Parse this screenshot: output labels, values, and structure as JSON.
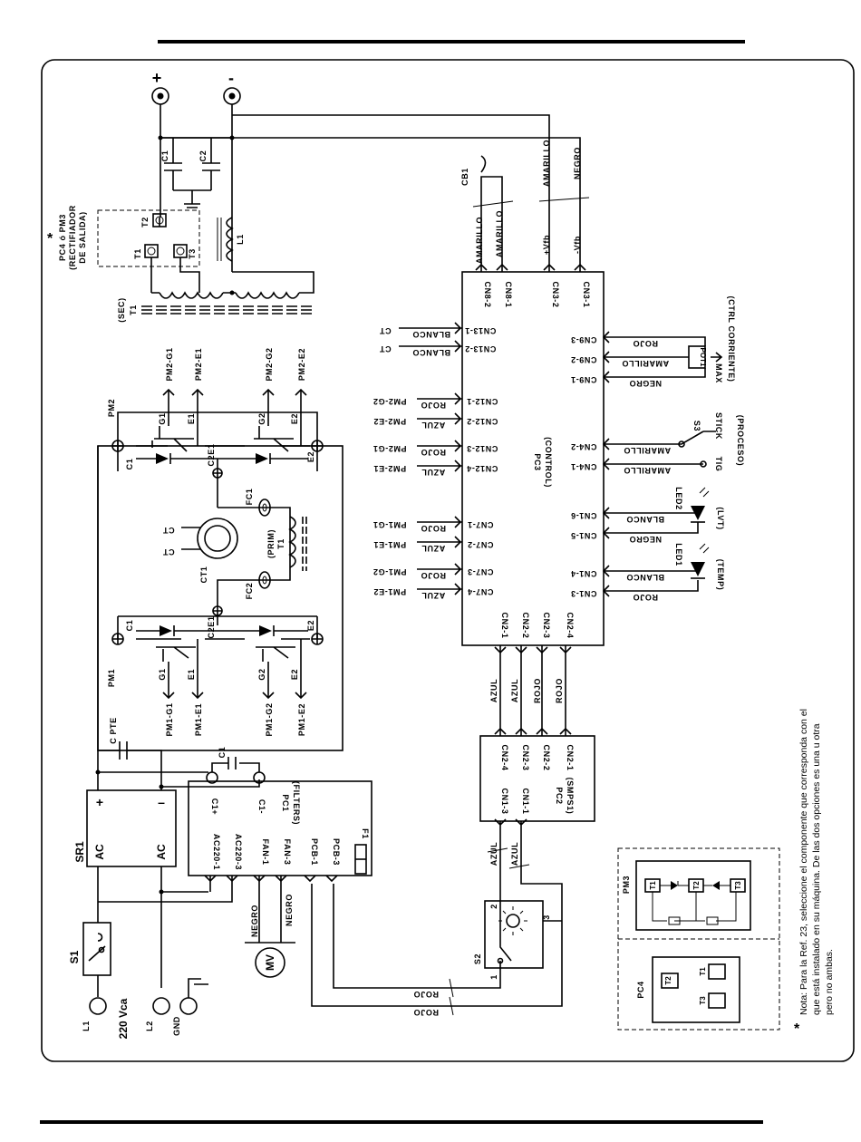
{
  "terminals": {
    "plus": "+",
    "minus": "-"
  },
  "output_caps": {
    "c1": "C1",
    "c2": "C2"
  },
  "rectifier": {
    "title": "PC4 ó PM3",
    "subtitle": "(RECTIFIADOR",
    "subtitle2": "DE SALIDA)",
    "t1": "T1",
    "t2": "T2",
    "t3": "T3",
    "asterisk": "*"
  },
  "inductor": "L1",
  "transformer_sec": {
    "label": "(SEC)",
    "t1": "T1"
  },
  "cb1": "CB1",
  "wires_top": {
    "amarillo1": "AMARILLO",
    "amarillo2": "AMARILLO",
    "amarillo3": "AMARILLO",
    "negro": "NEGRO",
    "vfb_pos": "+Vfb",
    "vfb_neg": "-Vfb"
  },
  "connectors_top": [
    "CN8-2",
    "CN8-1",
    "CN3-2",
    "CN3-1"
  ],
  "cn13": [
    {
      "pin": "CN13-1",
      "color": "BLANCO",
      "to": "CT"
    },
    {
      "pin": "CN13-2",
      "color": "BLANCO",
      "to": "CT"
    }
  ],
  "cn12": [
    {
      "pin": "CN12-1",
      "color": "ROJO",
      "to": "PM2-G2"
    },
    {
      "pin": "CN12-2",
      "color": "AZUL",
      "to": "PM2-E2"
    },
    {
      "pin": "CN12-3",
      "color": "ROJO",
      "to": "PM2-G1"
    },
    {
      "pin": "CN12-4",
      "color": "AZUL",
      "to": "PM2-E1"
    }
  ],
  "cn7": [
    {
      "pin": "CN7-1",
      "color": "ROJO",
      "to": "PM1-G1"
    },
    {
      "pin": "CN7-2",
      "color": "AZUL",
      "to": "PM1-E1"
    },
    {
      "pin": "CN7-3",
      "color": "ROJO",
      "to": "PM1-G2"
    },
    {
      "pin": "CN7-4",
      "color": "AZUL",
      "to": "PM1-E2"
    }
  ],
  "cn9": [
    {
      "pin": "CN9-3",
      "color": "ROJO"
    },
    {
      "pin": "CN9-2",
      "color": "AMARILLO"
    },
    {
      "pin": "CN9-1",
      "color": "NEGRO"
    }
  ],
  "pot": {
    "name": "POT1",
    "max": "MAX",
    "desc": "(CTRL CORRIENTE)"
  },
  "cn4": [
    {
      "pin": "CN4-2",
      "color": "AMARILLO"
    },
    {
      "pin": "CN4-1",
      "color": "AMARILLO"
    }
  ],
  "switch_s3": {
    "name": "S3",
    "stick": "STICK",
    "tig": "TIG",
    "desc": "(PROCESO)"
  },
  "cn1_top": [
    {
      "pin": "CN1-6",
      "color": "BLANCO"
    },
    {
      "pin": "CN1-5",
      "color": "NEGRO"
    }
  ],
  "led2": {
    "name": "LED2",
    "desc": "(LVT)"
  },
  "cn1_bot": [
    {
      "pin": "CN1-4",
      "color": "BLANCO"
    },
    {
      "pin": "CN1-3",
      "color": "ROJO"
    }
  ],
  "led1": {
    "name": "LED1",
    "desc": "(TEMP)"
  },
  "pc3": {
    "name": "PC3",
    "desc": "(CONTROL)"
  },
  "cn2_pc3": [
    "CN2-1",
    "CN2-2",
    "CN2-3",
    "CN2-4"
  ],
  "cn2_colors": [
    "AZUL",
    "AZUL",
    "ROJO",
    "ROJO"
  ],
  "cn2_pc2": [
    "CN2-4",
    "CN2-3",
    "CN2-2",
    "CN2-1"
  ],
  "pc2": {
    "name": "PC2",
    "desc": "(SMPS1)",
    "cn1_3": "CN1-3",
    "cn1_1": "CN1-1"
  },
  "pc2_wires": {
    "a": "AZUL",
    "b": "AZUL"
  },
  "s2": {
    "name": "S2",
    "p1": "1",
    "p2": "2",
    "p3": "3"
  },
  "rojo_bottom": {
    "a": "ROJO",
    "b": "ROJO"
  },
  "pm2": {
    "name": "PM2",
    "g1": "G1",
    "e1": "E1",
    "g2": "G2",
    "e2": "E2",
    "c1": "C1",
    "c2e1": "C2E1",
    "e2b": "E2",
    "t_g1": "PM2-G1",
    "t_e1": "PM2-E1",
    "t_g2": "PM2-G2",
    "t_e2": "PM2-E2"
  },
  "pm1": {
    "name": "PM1",
    "g1": "G1",
    "e1": "E1",
    "g2": "G2",
    "e2": "E2",
    "c1": "C1",
    "c2e1": "C2E1",
    "e2b": "E2",
    "t_g1": "PM1-G1",
    "t_e1": "PM1-E1",
    "t_g2": "PM1-G2",
    "t_e2": "PM1-E2"
  },
  "ct": {
    "name": "CT1",
    "a": "CT",
    "b": "CT"
  },
  "fc": {
    "fc1": "FC1",
    "fc2": "FC2"
  },
  "prim": {
    "label": "(PRIM)",
    "t1": "T1"
  },
  "cpte": "C PTE",
  "sr1": {
    "name": "SR1",
    "plus": "+",
    "minus": "–",
    "ac1": "AC",
    "ac2": "AC"
  },
  "pc1": {
    "name": "PC1",
    "desc": "(FILTERS)",
    "c1": "C1",
    "c1p": "C1+",
    "c1m": "C1-",
    "f1": "F1",
    "pins": [
      "AC220-1",
      "AC220-3",
      "FAN-1",
      "FAN-3",
      "PCB-1",
      "PCB-3"
    ]
  },
  "fan_wires": {
    "a": "NEGRO",
    "b": "NEGRO"
  },
  "mv": "MV",
  "s1": "S1",
  "mains": {
    "l1": "L1",
    "l2": "L2",
    "gnd": "GND",
    "voltage": "220 Vca"
  },
  "inset": {
    "pm3": "PM3",
    "pc4": "PC4",
    "t1": "T1",
    "t2": "T2",
    "t3": "T3",
    "pc4_t1": "T1",
    "pc4_t2": "T2",
    "pc4_t3": "T3"
  },
  "note": {
    "star": "*",
    "line1": "Nota: Para la Ref. 23, seleccione el componente que corresponda con el",
    "line2": "que está instalado en su máquina. De las dos opciones es una u otra",
    "line3": "pero no ambas."
  }
}
